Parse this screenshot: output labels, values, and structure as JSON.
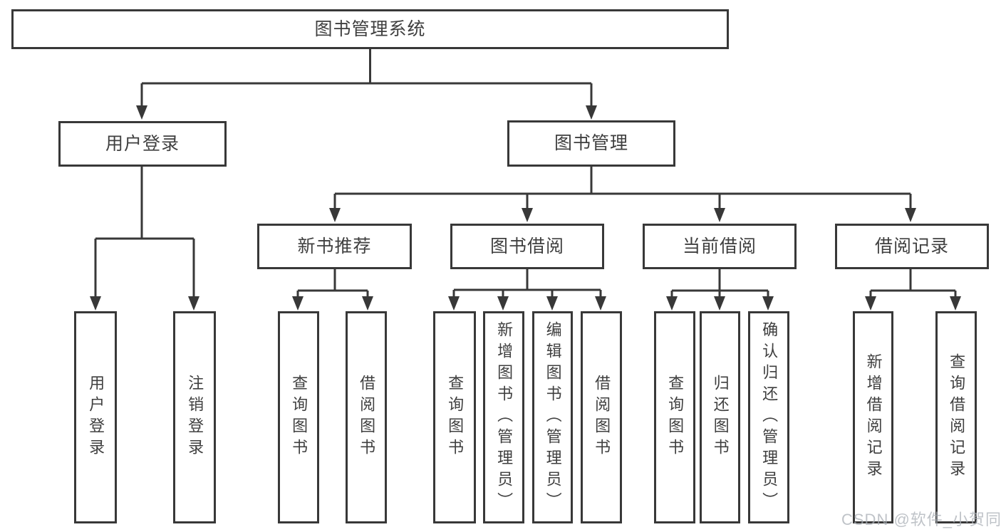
{
  "diagram": {
    "root": {
      "label": "图书管理系统"
    },
    "level2": [
      {
        "label": "用户登录"
      },
      {
        "label": "图书管理"
      }
    ],
    "level3": [
      {
        "label": "新书推荐",
        "parent": "图书管理"
      },
      {
        "label": "图书借阅",
        "parent": "图书管理"
      },
      {
        "label": "当前借阅",
        "parent": "图书管理"
      },
      {
        "label": "借阅记录",
        "parent": "图书管理"
      }
    ],
    "leaves": [
      {
        "parent": "用户登录",
        "label": "用户登录"
      },
      {
        "parent": "用户登录",
        "label": "注销登录"
      },
      {
        "parent": "新书推荐",
        "label": "查询图书"
      },
      {
        "parent": "新书推荐",
        "label": "借阅图书"
      },
      {
        "parent": "图书借阅",
        "label": "查询图书"
      },
      {
        "parent": "图书借阅",
        "label": "新增图书（管理员）"
      },
      {
        "parent": "图书借阅",
        "label": "编辑图书（管理员）"
      },
      {
        "parent": "图书借阅",
        "label": "借阅图书"
      },
      {
        "parent": "当前借阅",
        "label": "查询图书"
      },
      {
        "parent": "当前借阅",
        "label": "归还图书"
      },
      {
        "parent": "当前借阅",
        "label": "确认归还（管理员）"
      },
      {
        "parent": "借阅记录",
        "label": "新增借阅记录"
      },
      {
        "parent": "借阅记录",
        "label": "查询借阅记录"
      }
    ]
  },
  "watermark": {
    "text": "CSDN @软件_小贺同学"
  },
  "colors": {
    "line": "#383838",
    "box_border": "#383838",
    "text": "#3f3f3f",
    "watermark": "#aaafb5",
    "background": "#ffffff"
  }
}
